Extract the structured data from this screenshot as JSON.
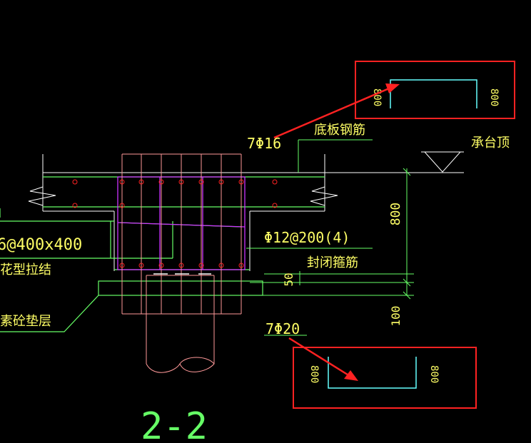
{
  "drawing": {
    "title": "2-2",
    "labels": {
      "rebar_top": "7Φ16",
      "rebar_bottom_label": "底板钢筋",
      "cap_top": "承台顶",
      "stirrup": "Φ12@200(4)",
      "stirrup_name": "封闭箍筋",
      "tie": "6@400x400",
      "tie_name": "花型拉结",
      "cushion": "素砼垫层",
      "rebar_lower": "7Φ20"
    },
    "dimensions": {
      "height_main": "800",
      "dim_50": "50",
      "dim_100": "100",
      "detail_top_left": "800",
      "detail_top_right": "800",
      "detail_bottom_left": "800",
      "detail_bottom_right": "800"
    }
  },
  "colors": {
    "background": "#000000",
    "white": "#ffffff",
    "green": "#66ff66",
    "yellow": "#ffff66",
    "magenta": "#cc33ff",
    "cyan": "#66ffff",
    "red": "#ff2222",
    "pink": "#ff9999",
    "gray": "#b4b4b4"
  }
}
